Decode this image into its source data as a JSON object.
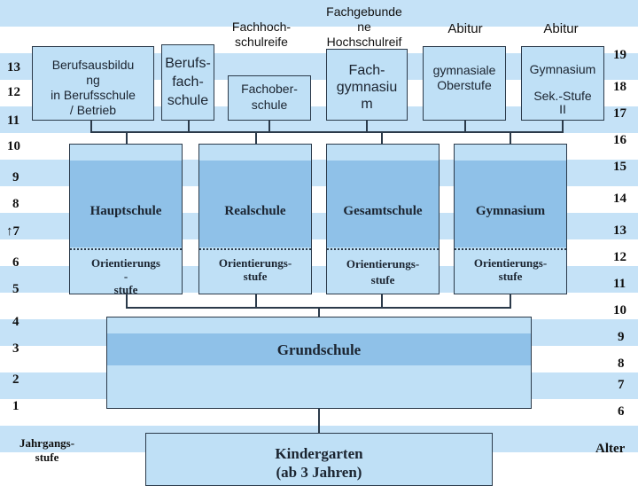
{
  "top_labels": {
    "fachhochschulreife": "Fachhoch-\nschulreife",
    "fachgebundene": "Fachgebunde\nne\nHochschulreif\ne",
    "abitur_1": "Abitur",
    "abitur_2": "Abitur"
  },
  "upper_schools": {
    "berufsausbildung": "Berufsausbildu\nng\nin Berufsschule\n/ Betrieb",
    "berufsfachschule": "Berufs-\nfach-\nschule",
    "fachoberschule": "Fachober-\nschule",
    "fachgymnasium": "Fach-\ngymnasiu\nm",
    "gymnasiale_oberstufe": "gymnasiale\nOberstufe",
    "gymnasium_sek2": "Gymnasium\n\nSek.-Stufe\nII"
  },
  "secondary_schools": [
    {
      "name": "Hauptschule",
      "orientation": "Orientierungs\n-\nstufe"
    },
    {
      "name": "Realschule",
      "orientation": "Orientierungs-\nstufe"
    },
    {
      "name": "Gesamtschule",
      "orientation": "Orientierungs-\nstufe"
    },
    {
      "name": "Gymnasium",
      "orientation": "Orientierungs-\nstufe"
    }
  ],
  "grundschule": "Grundschule",
  "kindergarten": "Kindergarten\n(ab 3 Jahren)",
  "left_axis": {
    "label": "Jahrgangs-\nstufe",
    "numbers": [
      "13",
      "12",
      "11",
      "10",
      "9",
      "8",
      "↑7",
      "6",
      "5",
      "4",
      "3",
      "2",
      "1"
    ]
  },
  "right_axis": {
    "label": "Alter",
    "numbers": [
      "19",
      "18",
      "17",
      "16",
      "15",
      "14",
      "13",
      "12",
      "11",
      "10",
      "9",
      "8",
      "7",
      "6"
    ]
  },
  "colors": {
    "stripe": "#c5e2f7",
    "box": "#bfe0f6",
    "box_dark": "#8fc1e8",
    "line": "#2b3a4a"
  }
}
